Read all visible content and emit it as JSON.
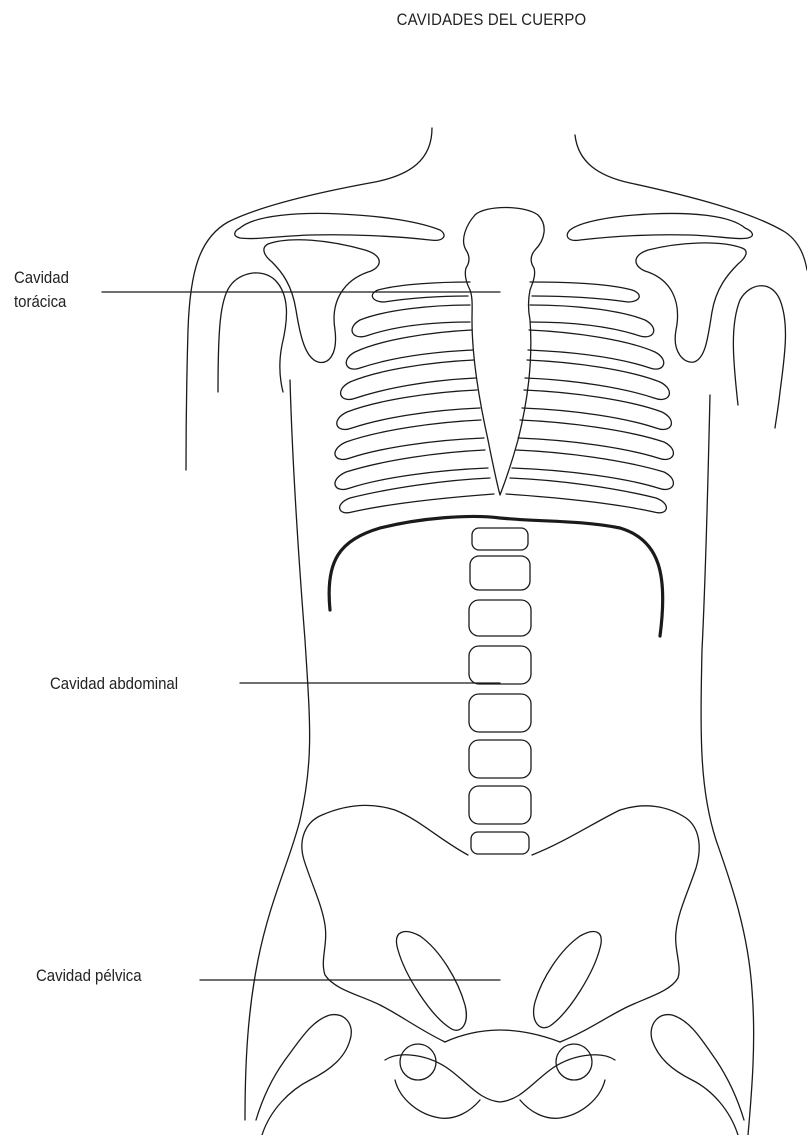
{
  "title": "CAVIDADES DEL CUERPO",
  "labels": {
    "thoracic_line1": "Cavidad",
    "thoracic_line2": "torácica",
    "abdominal": "Cavidad abdominal",
    "pelvic": "Cavidad pélvica"
  },
  "colors": {
    "stroke": "#1a1a1a",
    "text": "#222222",
    "background": "#ffffff"
  }
}
